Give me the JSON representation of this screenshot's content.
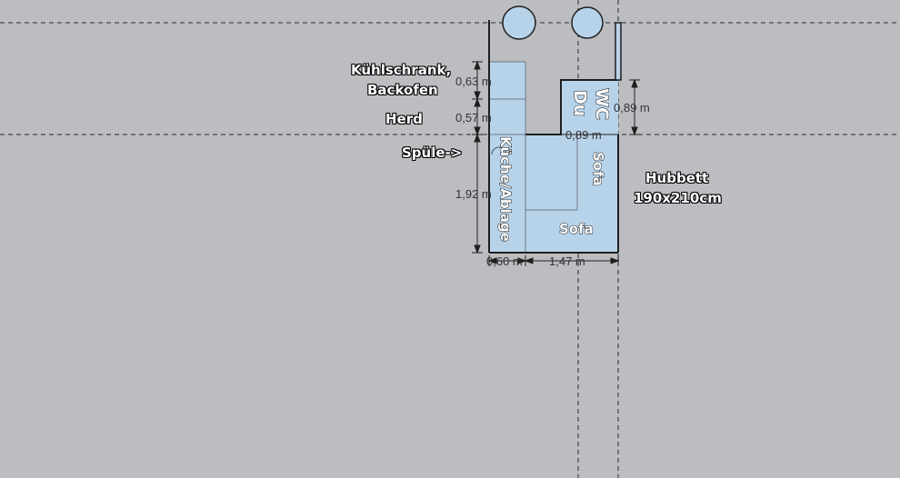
{
  "labels": {
    "kuehlschrank": "Kühlschrank,",
    "backofen": "Backofen",
    "herd": "Herd",
    "spuele": "Spüle->",
    "hubbett": "Hubbett",
    "hubbett_size": "190x210cm"
  },
  "room_labels": {
    "kueche": "Küche/Ablage",
    "wc": "WC",
    "du": "Du",
    "sofa_right": "Sofa",
    "sofa_bottom": "Sofa"
  },
  "dimensions": {
    "d1": "0,63 m",
    "d2": "0,57 m",
    "d3": "1,92 m",
    "d4": "0,60 m",
    "d5": "1,47 m",
    "d6": "0,89 m",
    "d7": "0,89 m"
  },
  "colors": {
    "background": "#bcbdc1",
    "room_fill": "#b7d3ea",
    "wall": "#1f1f1f",
    "guide": "#2a2a2a"
  }
}
